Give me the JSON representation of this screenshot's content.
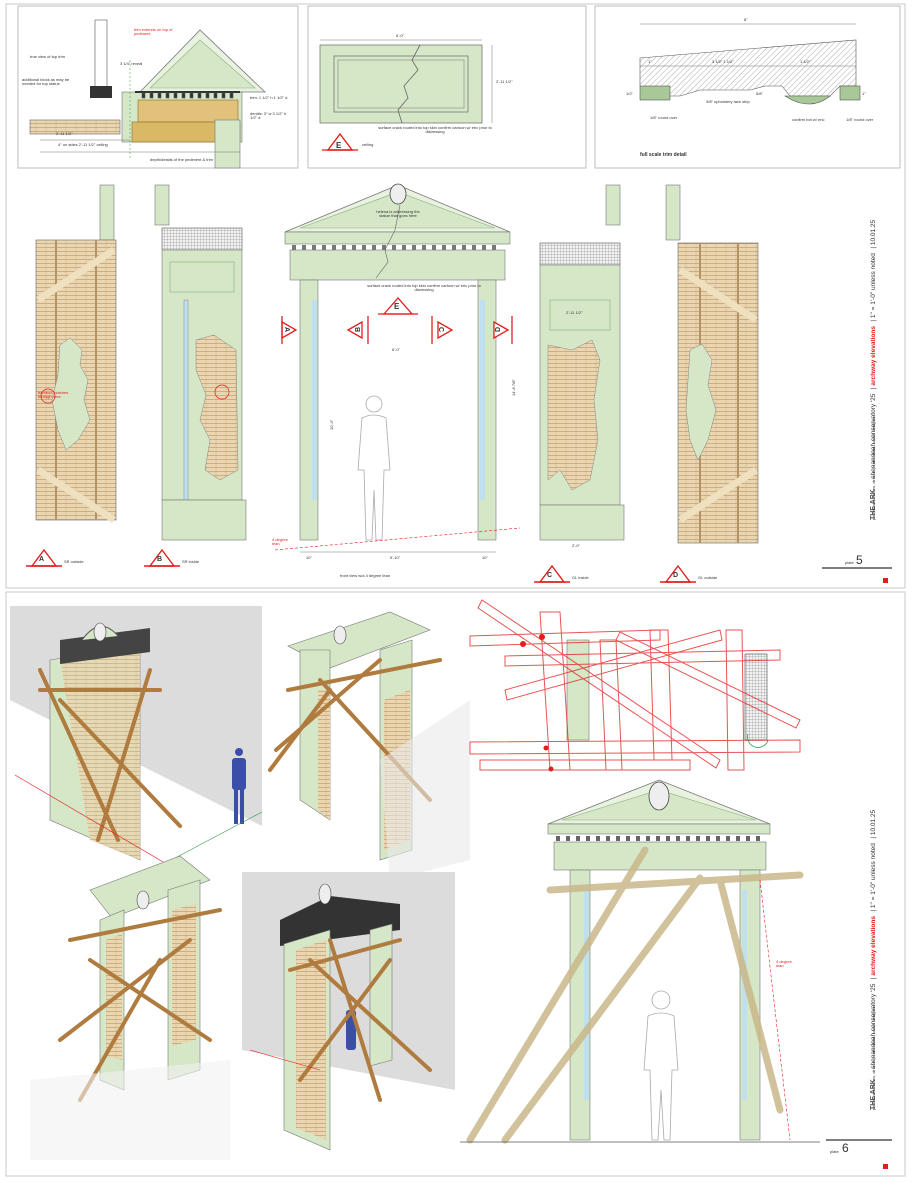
{
  "colors": {
    "mint": "#d5e7c6",
    "mint_dark": "#a9c898",
    "wood": "#e6cfa7",
    "wood_line": "#b5956a",
    "red": "#e31c1c",
    "sky": "#bfe0ef",
    "gray": "#d9d9d9"
  },
  "plate5": {
    "pediment_panel": {
      "caption": "depth/details of the pediment & trim",
      "notes": [
        "true view of top trim",
        "additional block as may be needed for top statue",
        "trim extends on top of pediment",
        "3 1/4\" reveal",
        "trim: 1 1/2\" h 1 1/2\" d",
        "dentils: 3\" w 3 1/2\" h 1/2\" d",
        "4\" on sides 2'-11 1/2\" ceiling",
        "2'-11 1/2\""
      ]
    },
    "ceiling_panel": {
      "width": "6'-0\"",
      "depth": "2'-11 1/2\"",
      "note": "surface crack routed into top skin confirm cartoon w/ eric prior to distressing",
      "marker": "E",
      "caption": "ceiling"
    },
    "trim_panel": {
      "width": "8\"",
      "dims": [
        "1\"",
        "3 1/2\" 1 1/2\"",
        "1 1/2\"",
        "1/2\"",
        "5/8\"",
        "1\""
      ],
      "notes": [
        "1/8\" round over",
        "3/8\" upholstery tack strip",
        "confirm bot w/ eric",
        "1/8\" round over"
      ],
      "caption": "full scale trim detail"
    },
    "front": {
      "statue_note": "helena is addressing the statue that goes here",
      "crack_note": "surface crack routed into top skin confirm cartoon w/ eric prior to distressing",
      "width": "6'-0\"",
      "height_inner": "10'-4\"",
      "height_total": "14'-8 7/8\"",
      "bottom_dims": [
        "10\"",
        "5'-10\"",
        "10\""
      ],
      "lean": "4 degree lean",
      "caption": "front view w/a 4 degree lean"
    },
    "sr_note": "bamboo clutches through here",
    "gl_width": "2'-11 1/2\"",
    "gl_bottom": "2'-0\"",
    "views": [
      {
        "letter": "A",
        "caption": "SR outside"
      },
      {
        "letter": "B",
        "caption": "SR inside"
      },
      {
        "letter": "C",
        "caption": "GL inside"
      },
      {
        "letter": "D",
        "caption": "GL outside"
      }
    ],
    "title_block": {
      "logo": "THE ARK",
      "show": "shenandoah conservatory '25",
      "sheet": "archway elevations",
      "scale": "1\" = 1'-0\" unless noted",
      "date": "10.01.25",
      "credits": "paul mason barnes, director  |  r. eric stone, scenic designer",
      "plate_label": "plate",
      "plate_no": "5"
    }
  },
  "plate6": {
    "lean": "4 degree lean",
    "title_block": {
      "logo": "THE ARK",
      "show": "shenandoah conservatory '25",
      "sheet": "archway elevations",
      "scale": "1\" = 1'-0\" unless noted",
      "date": "10.01.25",
      "credits": "paul mason barnes, director  |  r. eric stone, scenic designer",
      "plate_label": "plate",
      "plate_no": "6"
    }
  }
}
